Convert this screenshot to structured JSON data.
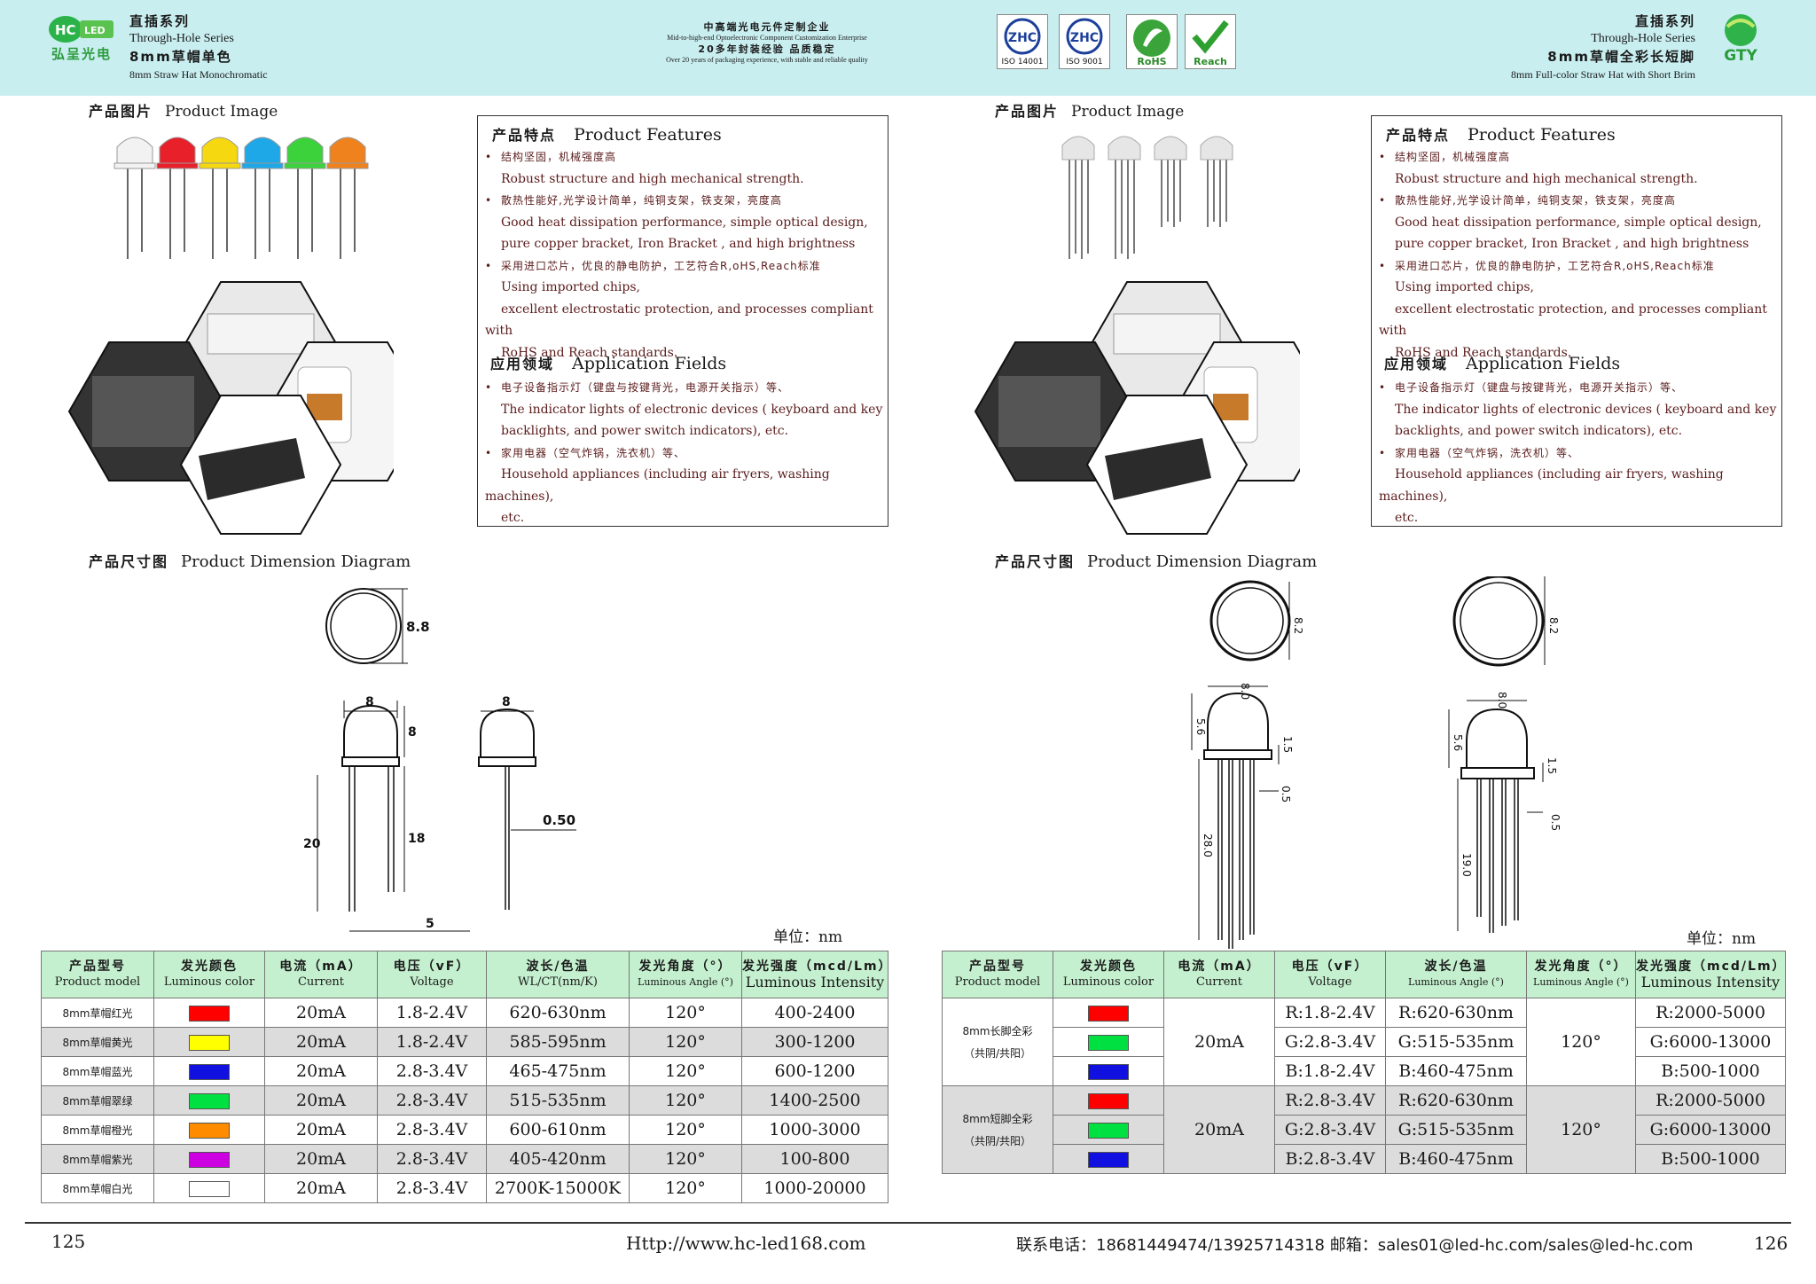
{
  "header": {
    "left": {
      "brand_en": "HC",
      "brand_zh": "弘呈光电",
      "series_zh": "直插系列",
      "series_en": "Through-Hole Series",
      "product_zh": "8mm草帽单色",
      "product_en": "8mm Straw Hat Monochromatic"
    },
    "center": {
      "line1": "中高端光电元件定制企业",
      "line2": "Mid-to-high-end Optoelectronic Component Customization Enterprise",
      "line3": "20多年封装经验 品质稳定",
      "line4": "Over 20 years of packaging experience, with stable and reliable quality"
    },
    "certs": [
      "ISO 14001",
      "ISO 9001",
      "RoHS",
      "Reach"
    ],
    "right": {
      "series_zh": "直插系列",
      "series_en": "Through-Hole Series",
      "product_zh": "8mm草帽全彩长短脚",
      "product_en": "8mm Full-color Straw Hat with Short Brim",
      "brand": "GTY"
    }
  },
  "left_page": {
    "image_title_zh": "产品图片",
    "image_title_en": "Product Image",
    "features_title_zh": "产品特点",
    "features_title_en": "Product Features",
    "features": [
      {
        "zh": "结构坚固，机械强度高",
        "en": [
          "Robust structure and high mechanical strength."
        ]
      },
      {
        "zh": "散热性能好,光学设计简单，纯铜支架，铁支架，亮度高",
        "en": [
          "Good heat dissipation performance, simple optical design,",
          "pure copper bracket, Iron Bracket , and high brightness"
        ]
      },
      {
        "zh": "采用进口芯片，优良的静电防护，工艺符合R,oHS,Reach标准",
        "en": [
          "Using imported chips,",
          "excellent electrostatic protection, and processes compliant with",
          "RoHS and Reach standards."
        ]
      }
    ],
    "app_title_zh": "应用领域",
    "app_title_en": "Application Fields",
    "applications": [
      {
        "zh": "电子设备指示灯（键盘与按键背光，电源开关指示）等、",
        "en": [
          "The indicator lights of electronic devices ( keyboard and key",
          "backlights, and power switch indicators), etc."
        ]
      },
      {
        "zh": "家用电器（空气炸锅，洗衣机）等、",
        "en": [
          "Household appliances (including air fryers, washing machines),",
          "etc."
        ]
      }
    ],
    "dim_title_zh": "产品尺寸图",
    "dim_title_en": "Product Dimension Diagram",
    "dims": {
      "d1": "8.8",
      "w1": "8",
      "h1": "8",
      "w2": "8",
      "l1": "20",
      "l2": "18",
      "p": "5",
      "lead": "0.50"
    },
    "unit": "单位：nm",
    "table_headers": [
      {
        "zh": "产品型号",
        "en": "Product model"
      },
      {
        "zh": "发光颜色",
        "en": "Luminous color"
      },
      {
        "zh": "电流（mA）",
        "en": "Current"
      },
      {
        "zh": "电压（vF）",
        "en": "Voltage"
      },
      {
        "zh": "波长/色温",
        "en": "WL/CT(nm/K)"
      },
      {
        "zh": "发光角度（°）",
        "en": "Luminous Angle (°)"
      },
      {
        "zh": "发光强度（mcd/Lm）",
        "en": "Luminous Intensity"
      }
    ],
    "rows": [
      {
        "model": "8mm草帽红光",
        "color": "#ff0000",
        "current": "20mA",
        "voltage": "1.8-2.4V",
        "wl": "620-630nm",
        "angle": "120°",
        "intensity": "400-2400"
      },
      {
        "model": "8mm草帽黄光",
        "color": "#ffff00",
        "current": "20mA",
        "voltage": "1.8-2.4V",
        "wl": "585-595nm",
        "angle": "120°",
        "intensity": "300-1200"
      },
      {
        "model": "8mm草帽蓝光",
        "color": "#1010e0",
        "current": "20mA",
        "voltage": "2.8-3.4V",
        "wl": "465-475nm",
        "angle": "120°",
        "intensity": "600-1200"
      },
      {
        "model": "8mm草帽翠绿",
        "color": "#00e040",
        "current": "20mA",
        "voltage": "2.8-3.4V",
        "wl": "515-535nm",
        "angle": "120°",
        "intensity": "1400-2500"
      },
      {
        "model": "8mm草帽橙光",
        "color": "#ff8c00",
        "current": "20mA",
        "voltage": "2.8-3.4V",
        "wl": "600-610nm",
        "angle": "120°",
        "intensity": "1000-3000"
      },
      {
        "model": "8mm草帽紫光",
        "color": "#cc00e0",
        "current": "20mA",
        "voltage": "2.8-3.4V",
        "wl": "405-420nm",
        "angle": "120°",
        "intensity": "100-800"
      },
      {
        "model": "8mm草帽白光",
        "color": "#ffffff",
        "current": "20mA",
        "voltage": "2.8-3.4V",
        "wl": "2700K-15000K",
        "angle": "120°",
        "intensity": "1000-20000"
      }
    ],
    "page_number": "125",
    "url": "Http://www.hc-led168.com"
  },
  "right_page": {
    "image_title_zh": "产品图片",
    "image_title_en": "Product Image",
    "features_title_zh": "产品特点",
    "features_title_en": "Product Features",
    "features": [
      {
        "zh": "结构坚固，机械强度高",
        "en": [
          "Robust structure and high mechanical strength."
        ]
      },
      {
        "zh": "散热性能好,光学设计简单，纯铜支架，铁支架，亮度高",
        "en": [
          "Good heat dissipation performance, simple optical design,",
          "pure copper bracket, Iron Bracket , and high brightness"
        ]
      },
      {
        "zh": "采用进口芯片，优良的静电防护，工艺符合R,oHS,Reach标准",
        "en": [
          "Using imported chips,",
          "excellent electrostatic protection, and processes compliant with",
          "RoHS and Reach standards."
        ]
      }
    ],
    "app_title_zh": "应用领域",
    "app_title_en": "Application Fields",
    "applications": [
      {
        "zh": "电子设备指示灯（键盘与按键背光，电源开关指示）等、",
        "en": [
          "The indicator lights of electronic devices ( keyboard and key",
          "backlights, and power switch indicators), etc."
        ]
      },
      {
        "zh": "家用电器（空气炸锅，洗衣机）等、",
        "en": [
          "Household appliances (including air fryers, washing machines),",
          "etc."
        ]
      }
    ],
    "dim_title_zh": "产品尺寸图",
    "dim_title_en": "Product Dimension Diagram",
    "dims": {
      "d": "8.2",
      "w": "8.0",
      "h": "5.6",
      "flange": "1.5",
      "pin": "0.5",
      "long": "28.0",
      "short": "19.0"
    },
    "unit": "单位：nm",
    "table_headers": [
      {
        "zh": "产品型号",
        "en": "Product model"
      },
      {
        "zh": "发光颜色",
        "en": "Luminous color"
      },
      {
        "zh": "电流（mA）",
        "en": "Current"
      },
      {
        "zh": "电压（vF）",
        "en": "Voltage"
      },
      {
        "zh": "波长/色温",
        "en": "Luminous Angle (°)"
      },
      {
        "zh": "发光角度（°）",
        "en": "Luminous Angle (°)"
      },
      {
        "zh": "发光强度（mcd/Lm）",
        "en": "Luminous Intensity"
      }
    ],
    "groups": [
      {
        "model_line1": "8mm长脚全彩",
        "model_line2": "（共阴/共阳）",
        "current": "20mA",
        "angle": "120°",
        "colors": [
          "#ff0000",
          "#00e040",
          "#1010e0"
        ],
        "voltage": [
          "R:1.8-2.4V",
          "G:2.8-3.4V",
          "B:1.8-2.4V"
        ],
        "wl": [
          "R:620-630nm",
          "G:515-535nm",
          "B:460-475nm"
        ],
        "intensity": [
          "R:2000-5000",
          "G:6000-13000",
          "B:500-1000"
        ]
      },
      {
        "model_line1": "8mm短脚全彩",
        "model_line2": "（共阴/共阳）",
        "current": "20mA",
        "angle": "120°",
        "colors": [
          "#ff0000",
          "#00e040",
          "#1010e0"
        ],
        "voltage": [
          "R:2.8-3.4V",
          "G:2.8-3.4V",
          "B:2.8-3.4V"
        ],
        "wl": [
          "R:620-630nm",
          "G:515-535nm",
          "B:460-475nm"
        ],
        "intensity": [
          "R:2000-5000",
          "G:6000-13000",
          "B:500-1000"
        ]
      }
    ],
    "contact": "联系电话：18681449474/13925714318  邮箱：sales01@led-hc.com/sales@led-hc.com",
    "page_number": "126"
  }
}
